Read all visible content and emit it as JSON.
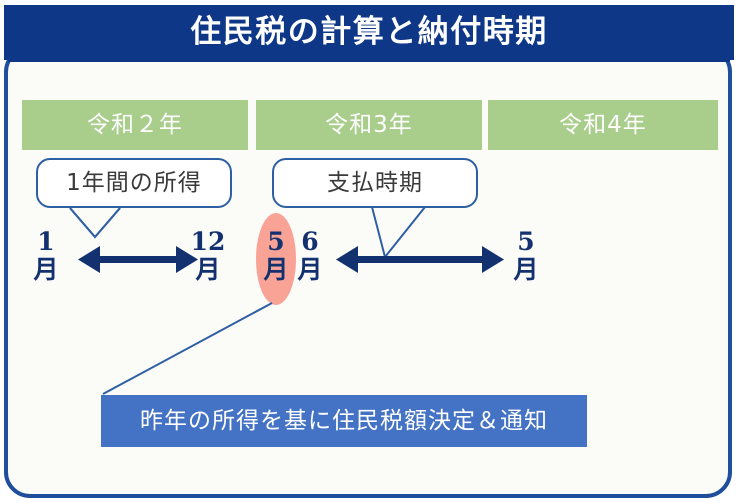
{
  "title": {
    "text": "住民税の計算と納付時期"
  },
  "years": [
    {
      "label": "令和２年"
    },
    {
      "label": "令和3年"
    },
    {
      "label": "令和4年"
    }
  ],
  "callouts": [
    {
      "label": "1年間の所得"
    },
    {
      "label": "支払時期"
    }
  ],
  "months": [
    {
      "num": "1",
      "unit": "月",
      "highlighted": false
    },
    {
      "num": "12",
      "unit": "月",
      "highlighted": false
    },
    {
      "num": "5",
      "unit": "月",
      "highlighted": true
    },
    {
      "num": "6",
      "unit": "月",
      "highlighted": false
    },
    {
      "num": "5",
      "unit": "月",
      "highlighted": false
    }
  ],
  "bottom_banner": {
    "label": "昨年の所得を基に住民税額決定＆通知"
  },
  "colors": {
    "title_navy": "#0E3787",
    "card_border_blue": "#1F4E9C",
    "year_green": "#A9CE8C",
    "callout_border": "#2E5FA3",
    "month_navy": "#12316E",
    "highlight_pink": "#F9A397",
    "banner_blue": "#4472C4",
    "card_background": "#FBFBF8"
  }
}
